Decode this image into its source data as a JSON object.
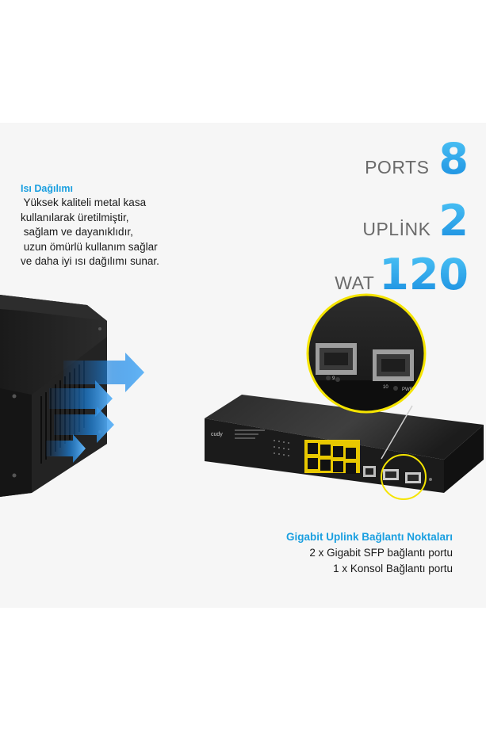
{
  "heat": {
    "title": "Isı Dağılımı",
    "lines": [
      " Yüksek kaliteli metal kasa",
      "kullanılarak üretilmiştir,",
      " sağlam ve dayanıklıdır,",
      " uzun ömürlü kullanım sağlar",
      "ve daha iyi ısı dağılımı sunar."
    ]
  },
  "specs": [
    {
      "label": "PORTS",
      "value": "8"
    },
    {
      "label": "UPLİNK",
      "value": "2"
    },
    {
      "label": "WAT",
      "value": "120"
    }
  ],
  "switch": {
    "brand": "cudy",
    "zoom_labels": [
      "9",
      "10",
      "PWR"
    ]
  },
  "uplink": {
    "title": "Gigabit Uplink Bağlantı Noktaları",
    "lines": [
      "2 x Gigabit SFP bağlantı portu",
      "1 x Konsol Bağlantı portu"
    ]
  },
  "colors": {
    "accent_blue": "#1a9fe0",
    "highlight_yellow": "#f5e400",
    "port_yellow": "#f2d200"
  }
}
